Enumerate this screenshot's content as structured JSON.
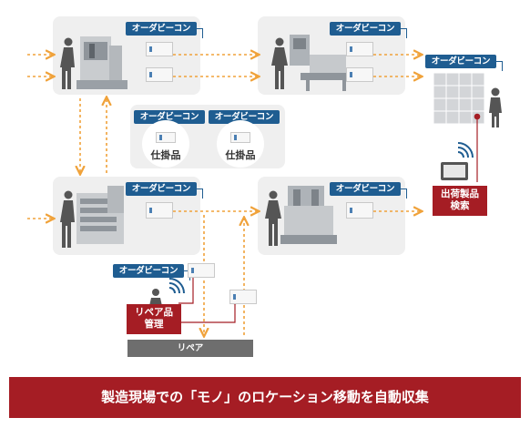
{
  "labels": {
    "order_beacon": "オーダビーコン",
    "wip": "仕掛品",
    "shipment_search": "出荷製品\n検索",
    "repair_management": "リペア品\n管理",
    "repair": "リペア",
    "caption": "製造現場での「モノ」のロケーション移動を自動収集"
  },
  "colors": {
    "beacon_blue": "#1f5d91",
    "flow_orange": "#f0a23a",
    "accent_red": "#a51d24",
    "panel_gray": "#efefef"
  },
  "icons": [
    "worker-figure",
    "machine-illustration",
    "tablet-icon",
    "wifi-signal-icon",
    "box-stack-illustration"
  ]
}
